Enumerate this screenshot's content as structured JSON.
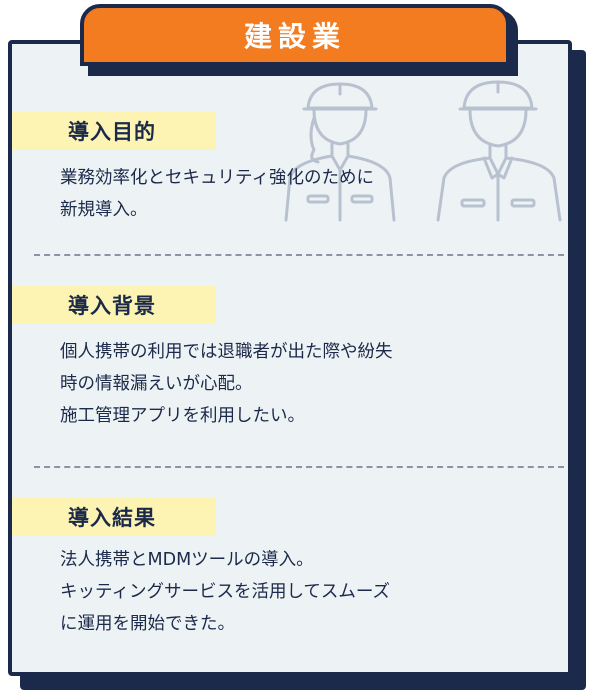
{
  "header": {
    "title": "建設業"
  },
  "sections": [
    {
      "label": "導入目的",
      "lines": [
        "業務効率化とセキュリティ強化のために",
        "新規導入。"
      ]
    },
    {
      "label": "導入背景",
      "lines": [
        "個人携帯の利用では退職者が出た際や紛失",
        "時の情報漏えいが心配。",
        "施工管理アプリを利用したい。"
      ]
    },
    {
      "label": "導入結果",
      "lines": [
        "法人携帯とMDMツールの導入。",
        "キッティングサービスを活用してスムーズ",
        "に運用を開始できた。"
      ]
    }
  ],
  "colors": {
    "navy": "#1b2a4a",
    "orange": "#f47c20",
    "card_bg": "#edf2f4",
    "label_bg": "#fdf3b2",
    "illustration": "#b8c1cf"
  },
  "icons": [
    "female-worker-icon",
    "male-worker-icon"
  ]
}
